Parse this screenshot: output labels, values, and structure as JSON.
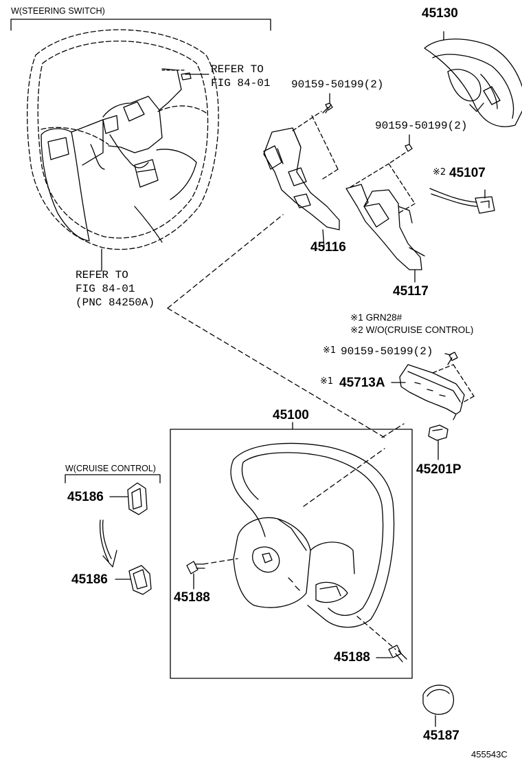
{
  "diagram_code": "455543C",
  "headers": {
    "steering_switch": "W(STEERING SWITCH)",
    "cruise_control": "W(CRUISE CONTROL)"
  },
  "refs": {
    "top_line1": "REFER TO",
    "top_line2": "FIG 84-01",
    "bottom_line1": "REFER TO",
    "bottom_line2": "FIG 84-01",
    "bottom_line3": "(PNC 84250A)"
  },
  "notes": {
    "mark": "※",
    "note1": "※1 GRN28#",
    "note2": "※2 W/O(CRUISE CONTROL)"
  },
  "parts": {
    "p45130": "45130",
    "screw_a": "90159-50199(2)",
    "screw_b": "90159-50199(2)",
    "p45107": "45107",
    "p45107_mark": "※2",
    "p45116": "45116",
    "p45117": "45117",
    "screw_c": "90159-50199(2)",
    "screw_c_mark": "※1",
    "p45713a": "45713A",
    "p45713a_mark": "※1",
    "p45100": "45100",
    "p45201p": "45201P",
    "p45186_a": "45186",
    "p45186_b": "45186",
    "p45188_a": "45188",
    "p45188_b": "45188",
    "p45187": "45187"
  }
}
